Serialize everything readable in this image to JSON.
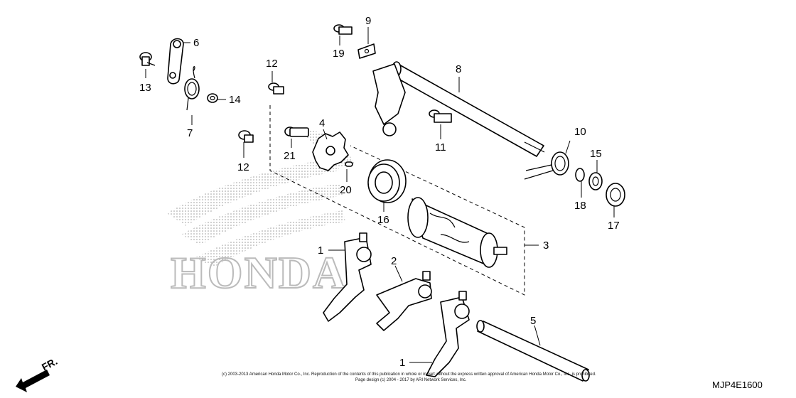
{
  "diagram": {
    "diagram_code": "MJP4E1600",
    "direction_label": "FR.",
    "watermark_text": "HONDA",
    "copyright_line1": "(c) 2003-2013 American Honda Motor Co., Inc. Reproduction of the contents of this publication in whole or in part without the express written approval of American Honda Motor Co., Inc. is prohibited.",
    "copyright_line2": "Page design (c) 2004 - 2017 by ARI Network Services, Inc.",
    "callouts": {
      "c1a": "1",
      "c1b": "1",
      "c2": "2",
      "c3": "3",
      "c4": "4",
      "c5": "5",
      "c6": "6",
      "c7": "7",
      "c8": "8",
      "c9": "9",
      "c10": "10",
      "c11": "11",
      "c12a": "12",
      "c12b": "12",
      "c13": "13",
      "c14": "14",
      "c15": "15",
      "c16": "16",
      "c17": "17",
      "c18": "18",
      "c19": "19",
      "c20": "20",
      "c21": "21"
    }
  }
}
